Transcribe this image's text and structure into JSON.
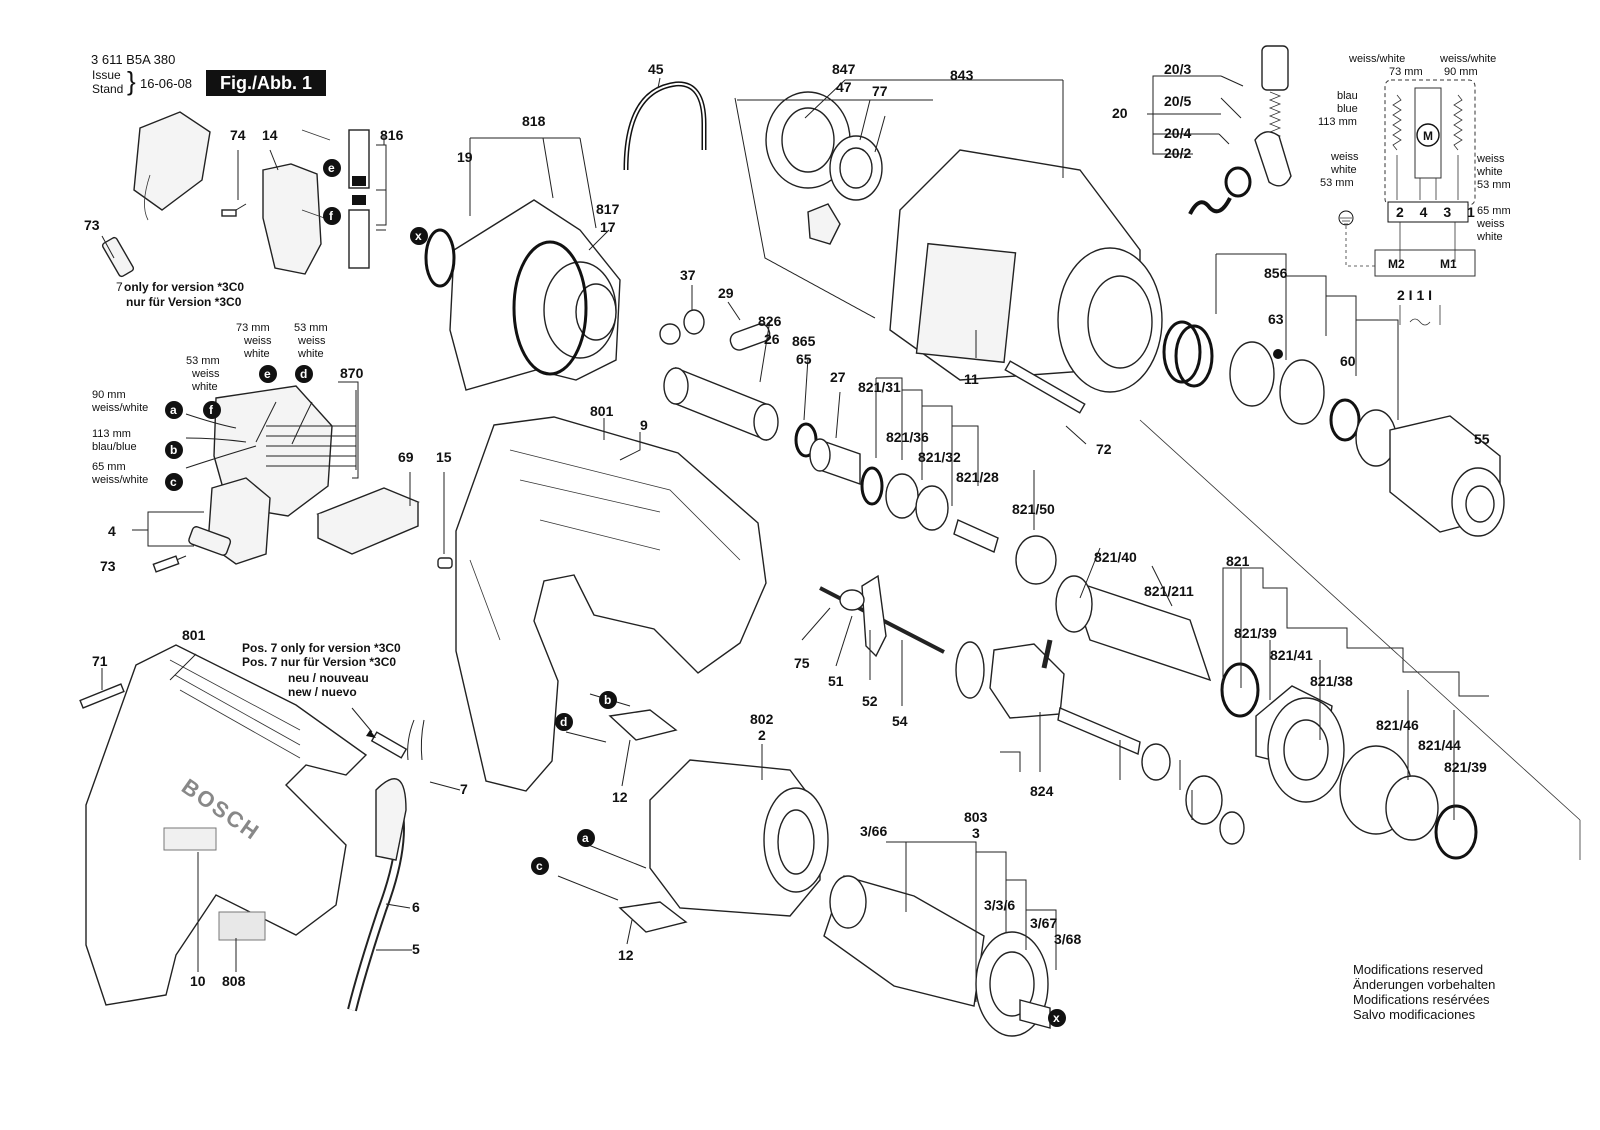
{
  "header": {
    "doc_number": "3 611 B5A 380",
    "issue_label": "Issue",
    "stand_label": "Stand",
    "date": "16-06-08",
    "fig_label": "Fig./Abb. 1"
  },
  "notes": {
    "version_en": "only for version *3C0",
    "version_de": "nur für Version *3C0",
    "pos7_en": "Pos. 7 only for version *3C0",
    "pos7_de": "Pos. 7 nur für Version *3C0",
    "new_fr": "neu / nouveau",
    "new_es": "new / nuevo"
  },
  "wire_labels": {
    "w90": "90 mm",
    "w90_color": "weiss/white",
    "w113": "113 mm",
    "w113_color": "blau/blue",
    "w65": "65 mm",
    "w65_color": "weiss/white",
    "w53": "53 mm",
    "w53_a": "weiss",
    "w53_b": "white",
    "w73": "73 mm",
    "w73_a": "weiss",
    "w73_b": "white",
    "w53b": "53 mm",
    "w53b_a": "weiss",
    "w53b_b": "white"
  },
  "schematic": {
    "top_left": "weiss/white",
    "top_left_mm": "73 mm",
    "top_right": "weiss/white",
    "top_right_mm": "90 mm",
    "blau": "blau",
    "blue": "blue",
    "blue_mm": "113 mm",
    "weiss_l": "weiss",
    "white_l": "white",
    "mm_l": "53 mm",
    "weiss_r": "weiss",
    "white_r": "white",
    "mm_r": "53 mm",
    "weiss_r2_mm": "65 mm",
    "weiss_r2": "weiss",
    "white_r2": "white",
    "terminals": "2 4 3 1",
    "m2": "M2",
    "m1": "M1",
    "bottom": "2 I 1 I",
    "motor": "M"
  },
  "callout_letters": {
    "a": "a",
    "b": "b",
    "c": "c",
    "d": "d",
    "e": "e",
    "f": "f",
    "x": "x"
  },
  "part_numbers": {
    "p73a": "73",
    "p74": "74",
    "p14": "14",
    "p816": "816",
    "p7a": "7",
    "p870": "870",
    "p69": "69",
    "p15": "15",
    "p4": "4",
    "p73b": "73",
    "p19": "19",
    "p818": "818",
    "p817": "817",
    "p17": "17",
    "p45": "45",
    "p847": "847",
    "p47": "47",
    "p77": "77",
    "p843": "843",
    "p20": "20",
    "p20_3": "20/3",
    "p20_5": "20/5",
    "p20_4": "20/4",
    "p20_2": "20/2",
    "p37": "37",
    "p29": "29",
    "p826": "826",
    "p26": "26",
    "p865": "865",
    "p65": "65",
    "p27": "27",
    "p11": "11",
    "p856": "856",
    "p63": "63",
    "p60": "60",
    "p55": "55",
    "p72": "72",
    "p801a": "801",
    "p9": "9",
    "p821_31": "821/31",
    "p821_36": "821/36",
    "p821_32": "821/32",
    "p821_28": "821/28",
    "p821_50": "821/50",
    "p821_40": "821/40",
    "p821_211": "821/211",
    "p821": "821",
    "p821_39a": "821/39",
    "p821_41": "821/41",
    "p821_38": "821/38",
    "p821_46": "821/46",
    "p821_44": "821/44",
    "p821_39b": "821/39",
    "p75": "75",
    "p51": "51",
    "p52": "52",
    "p54": "54",
    "p824": "824",
    "p71": "71",
    "p801b": "801",
    "p7b": "7",
    "p6": "6",
    "p5": "5",
    "p10": "10",
    "p808": "808",
    "p802": "802",
    "p2": "2",
    "p12a": "12",
    "p12b": "12",
    "p3_66": "3/66",
    "p803": "803",
    "p3": "3",
    "p3_3_6": "3/3/6",
    "p3_67": "3/67",
    "p3_68": "3/68"
  },
  "housing_brand": "BOSCH",
  "modifications": [
    "Modifications reserved",
    "Änderungen vorbehalten",
    "Modifications resérvées",
    "Salvo modificaciones"
  ]
}
